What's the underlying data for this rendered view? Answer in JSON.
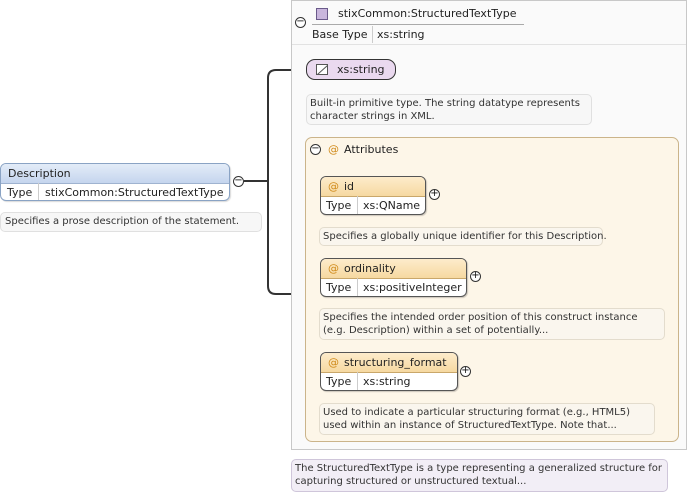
{
  "type": {
    "name": "stixCommon:StructuredTextType",
    "base_type_label": "Base Type",
    "base_type_value": "xs:string",
    "documentation": "The StructuredTextType is a type representing a generalized structure for capturing structured or unstructured textual..."
  },
  "element": {
    "name": "Description",
    "type_label": "Type",
    "type_value": "stixCommon:StructuredTextType",
    "documentation": "Specifies a prose description of the statement."
  },
  "simple_content": {
    "name": "xs:string",
    "documentation": "Built-in primitive type. The string datatype represents character strings in XML."
  },
  "attributes": {
    "label": "Attributes",
    "at_symbol": "@",
    "items": [
      {
        "name": "id",
        "type_label": "Type",
        "type_value": "xs:QName",
        "documentation": "Specifies a globally unique identifier for this Description."
      },
      {
        "name": "ordinality",
        "type_label": "Type",
        "type_value": "xs:positiveInteger",
        "documentation": "Specifies the intended order position of this construct instance (e.g. Description) within a set of potentially..."
      },
      {
        "name": "structuring_format",
        "type_label": "Type",
        "type_value": "xs:string",
        "documentation": "Used to indicate a particular structuring format (e.g., HTML5) used within an instance of StructuredTextType. Note that..."
      }
    ]
  },
  "controls": {
    "collapse": "−",
    "expand": "+"
  },
  "colors": {
    "element_header": "#c5d5ee",
    "attribute_header": "#f6d9a1",
    "simple_content_fill": "#ead9ef",
    "attributes_group_fill": "#fdf6e8",
    "attribute_symbol": "#d08a1a"
  }
}
